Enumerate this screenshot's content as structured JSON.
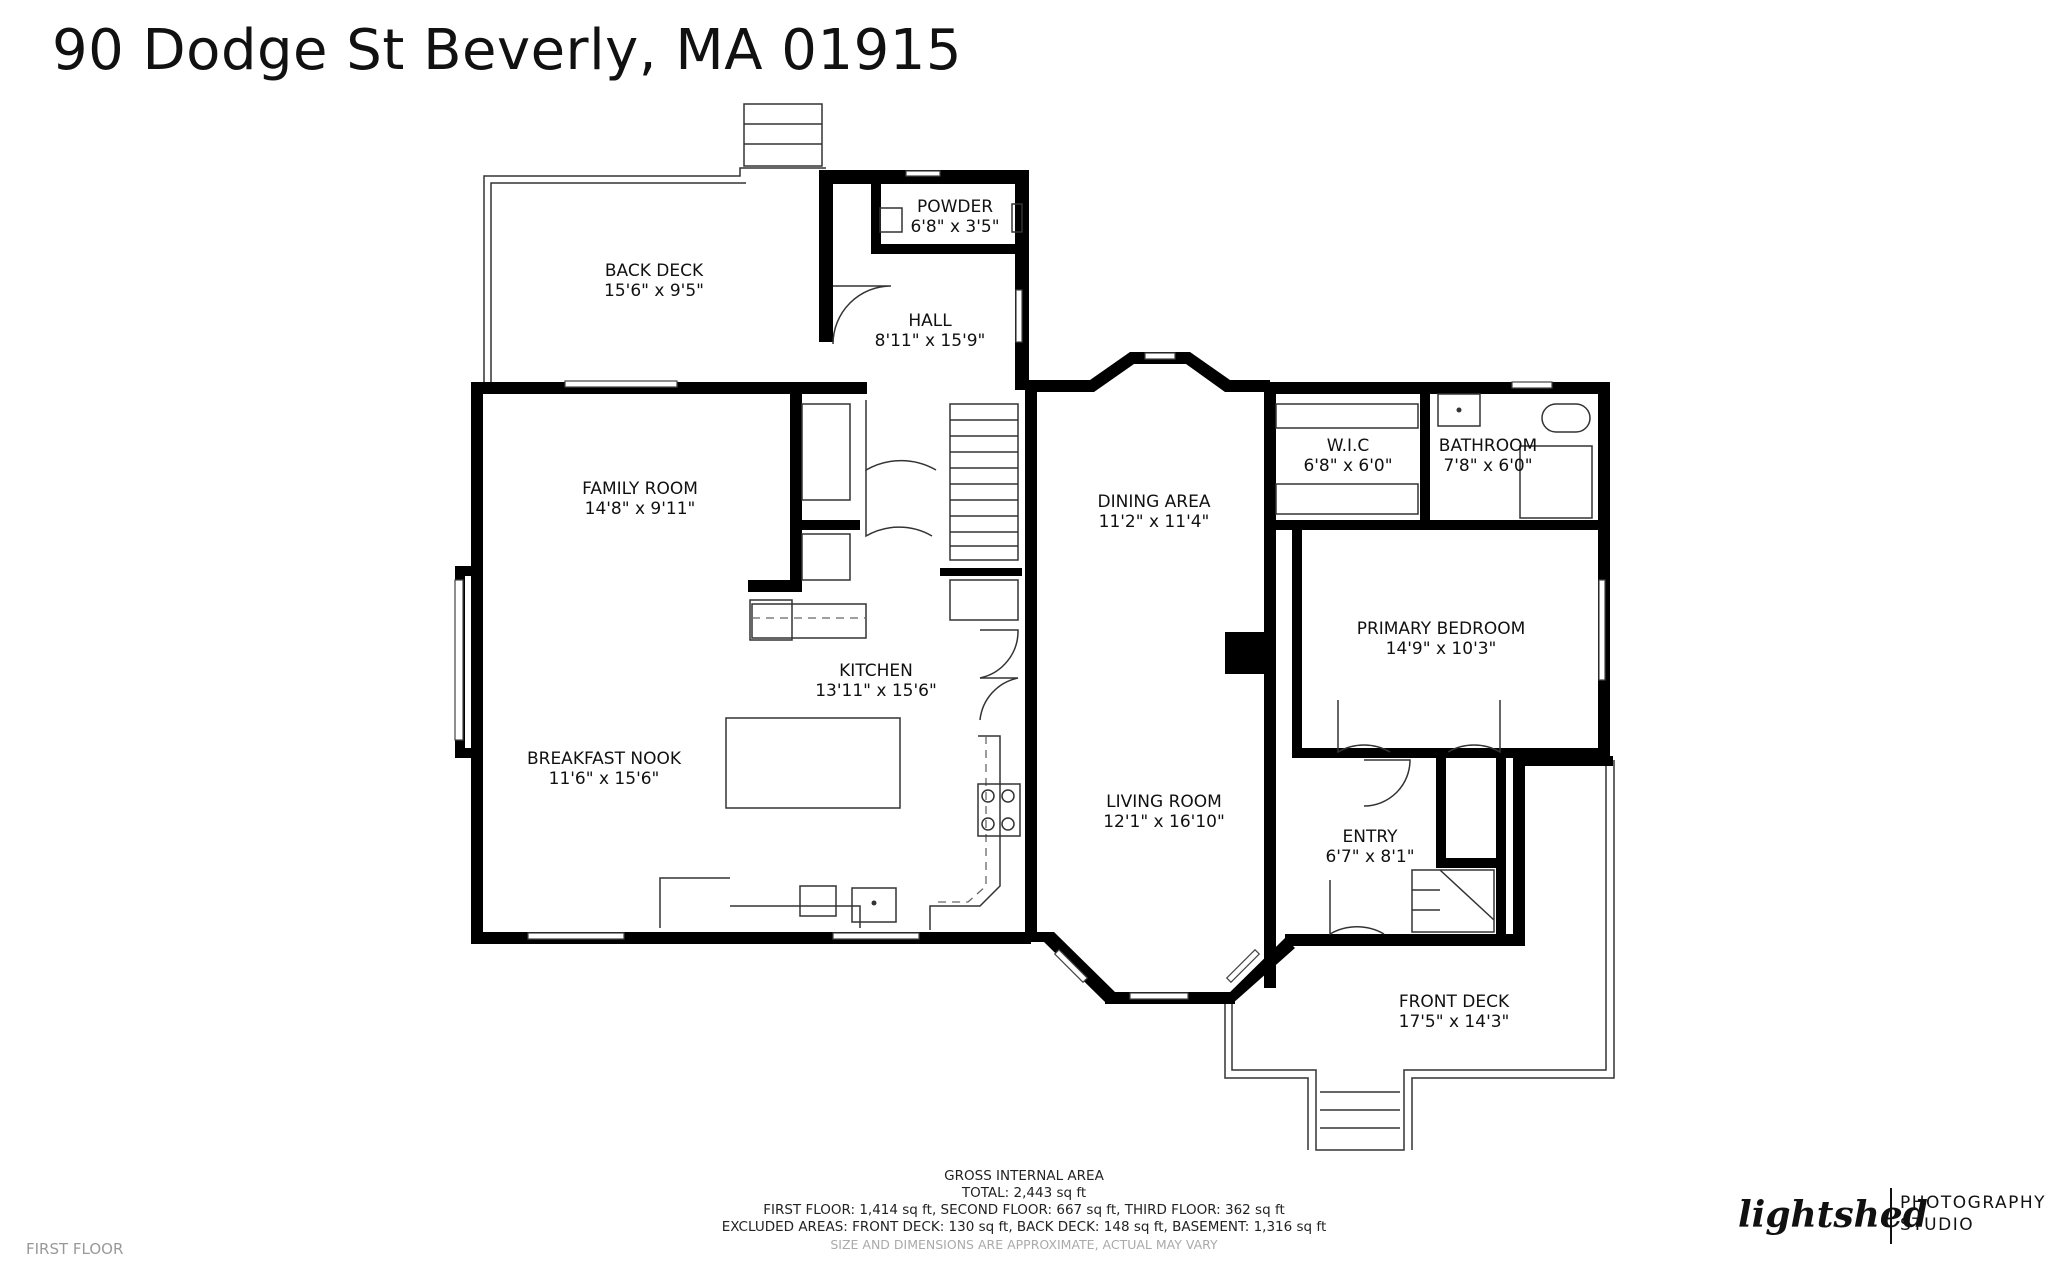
{
  "title": "90 Dodge St Beverly, MA 01915",
  "rooms": {
    "back_deck": {
      "name": "BACK DECK",
      "size": "15'6\" x 9'5\""
    },
    "powder": {
      "name": "POWDER",
      "size": "6'8\" x 3'5\""
    },
    "hall": {
      "name": "HALL",
      "size": "8'11\" x 15'9\""
    },
    "family_room": {
      "name": "FAMILY ROOM",
      "size": "14'8\" x 9'11\""
    },
    "kitchen": {
      "name": "KITCHEN",
      "size": "13'11\" x 15'6\""
    },
    "breakfast_nook": {
      "name": "BREAKFAST NOOK",
      "size": "11'6\" x 15'6\""
    },
    "dining_area": {
      "name": "DINING AREA",
      "size": "11'2\" x 11'4\""
    },
    "living_room": {
      "name": "LIVING ROOM",
      "size": "12'1\" x 16'10\""
    },
    "wic": {
      "name": "W.I.C",
      "size": "6'8\" x 6'0\""
    },
    "bathroom": {
      "name": "BATHROOM",
      "size": "7'8\" x 6'0\""
    },
    "primary_bedroom": {
      "name": "PRIMARY BEDROOM",
      "size": "14'9\" x 10'3\""
    },
    "entry": {
      "name": "ENTRY",
      "size": "6'7\" x 8'1\""
    },
    "front_deck": {
      "name": "FRONT DECK",
      "size": "17'5\" x 14'3\""
    }
  },
  "footer": {
    "line1": "GROSS INTERNAL AREA",
    "line2": "TOTAL: 2,443 sq ft",
    "line3": "FIRST FLOOR: 1,414 sq ft, SECOND FLOOR: 667 sq ft, THIRD FLOOR: 362 sq ft",
    "line4": "EXCLUDED AREAS: FRONT DECK: 130 sq ft, BACK DECK: 148 sq ft, BASEMENT: 1,316 sq ft",
    "line5": "SIZE AND DIMENSIONS ARE APPROXIMATE, ACTUAL MAY VARY"
  },
  "floor_label": "FIRST FLOOR",
  "brand": {
    "script": "lightshed",
    "line1": "PHOTOGRAPHY",
    "line2": "STUDIO"
  }
}
